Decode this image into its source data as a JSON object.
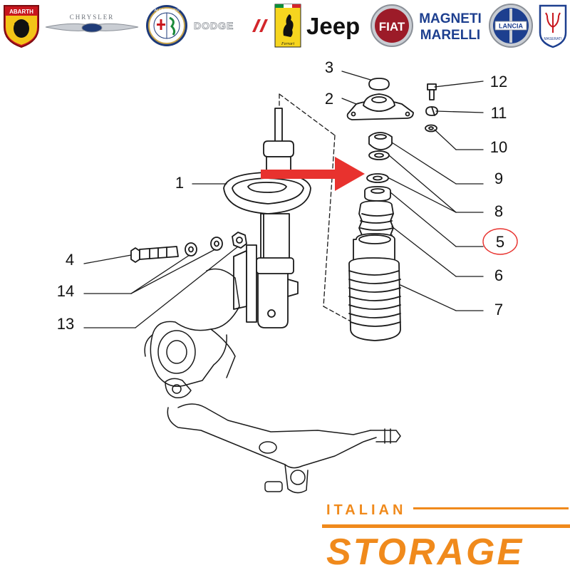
{
  "brands": {
    "abarth": "ABARTH",
    "chrysler": "CHRYSLER",
    "alfa_romeo": "ALFA ROMEO",
    "dodge": "DODGE",
    "ferrari": "Ferrari",
    "jeep": "Jeep",
    "fiat": "FIAT",
    "magneti_marelli_top": "MAGNETI",
    "magneti_marelli_bottom": "MARELLI",
    "lancia": "LANCIA",
    "maserati": "MASERATI"
  },
  "callouts": [
    "1",
    "2",
    "3",
    "4",
    "5",
    "6",
    "7",
    "8",
    "9",
    "10",
    "11",
    "12",
    "13",
    "14"
  ],
  "highlighted_callout": "5",
  "watermark": {
    "line1": "ITALIAN",
    "line2": "STORAGE"
  },
  "colors": {
    "arrow": "#e8322e",
    "highlight_circle": "#e8322e",
    "watermark": "#f08a1c",
    "drawing": "#1a1a1a"
  }
}
